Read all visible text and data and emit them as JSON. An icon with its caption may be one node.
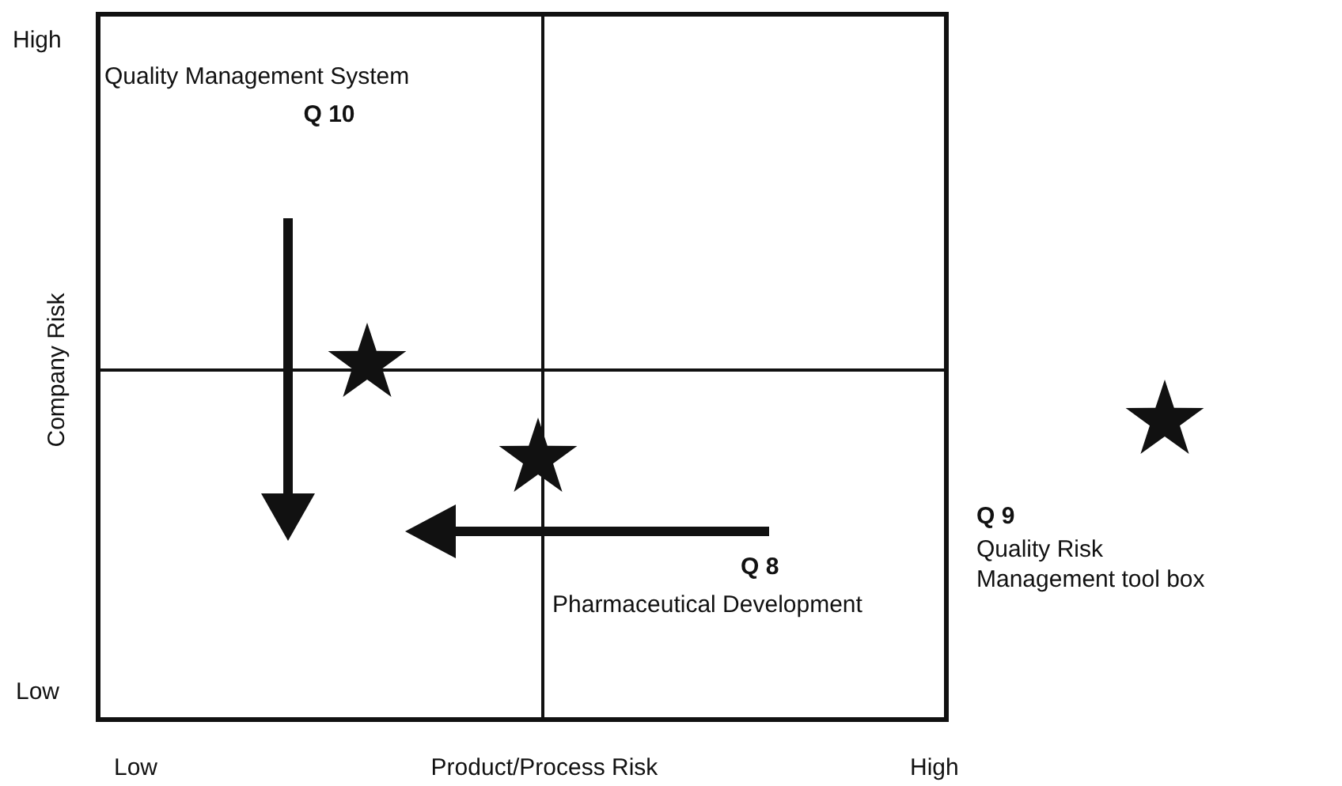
{
  "diagram": {
    "labels": [
      "High",
      "Quality Management System",
      "Q 10",
      "Company Risk",
      "Q 9",
      "Quality Risk Management tool box",
      "Q 8",
      "Pharmaceutical Development",
      "Low",
      "Low",
      "Product/Process Risk",
      "High"
    ]
  }
}
